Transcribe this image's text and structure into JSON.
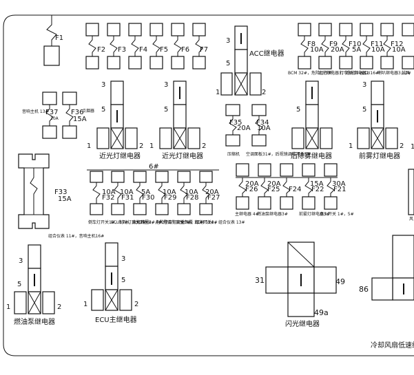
{
  "fuses": {
    "f1": "F1",
    "f2": "F2",
    "f3": "F3",
    "f4": "F4",
    "f5": "F5",
    "f6": "F6",
    "f7": "F7",
    "f8": "F8",
    "f8_amp": "10A",
    "f9": "F9",
    "f9_amp": "20A",
    "f10": "F10",
    "f10_amp": "5A",
    "f11": "F11",
    "f11_amp": "10A",
    "f12": "F12",
    "f12_amp": "10A",
    "f37": "F37",
    "f37_amp": "10A",
    "f36": "F36",
    "f36_amp": "15A",
    "f33": "F33",
    "f33_amp": "15A",
    "f35": "F35",
    "f35_amp": "20A",
    "f34": "F34",
    "f34_amp": "10A",
    "f32": "F32",
    "f32_amp": "10A",
    "f31": "F31",
    "f31_amp": "10A",
    "f30": "F30",
    "f30_amp": "5A",
    "f29": "F29",
    "f29_amp": "10A",
    "f28": "F28",
    "f28_amp": "10A",
    "f27": "F27",
    "f27_amp": "20A",
    "f26": "F26",
    "f26_amp": "20A",
    "f25": "F25",
    "f25_amp": "20A",
    "f24": "F24",
    "f22": "F22",
    "f22_amp": "15A",
    "f21": "F21",
    "f21_amp": "30A"
  },
  "relays": {
    "acc": "ACC继电器",
    "low_beam_1": "近光灯继电器",
    "low_beam_2": "近光灯继电器",
    "rear_defog": "后除雾继电器",
    "front_fog": "前雾灯继电器",
    "fuel_pump": "燃油泵继电器",
    "ecu_main": "ECU主继电器",
    "flasher": "闪光继电器",
    "cooling_fan": "冷却风扇低速继"
  },
  "pins": {
    "p1": "1",
    "p2": "2",
    "p3": "3",
    "p5": "5",
    "p31": "31",
    "p49": "49",
    "p49a": "49a",
    "p86": "86"
  },
  "notes": {
    "f37": "音响主机 13#",
    "f36": "点烟器",
    "f33": "组合仪表 11#，音响主机16#",
    "f8": "BCM 32#，危险灯开关",
    "f9": "远光继电器3，近光继电器2",
    "f10": "行李厢灯1#，",
    "f11": "ECU16#",
    "f12": "喇叭继电器3，2#",
    "f12_right": "鼓风",
    "f35": "压缩机",
    "f34": "空调面板31#，后视镜调节开关5#",
    "f32": "倒车灯开关1#，制动灯开关2#",
    "f31": "ECU17#，点火线圈2，4#",
    "f30": "大灯开关8#，大灯调节开关1#",
    "f29": "危险警告灯开关3#，灯光开关1#",
    "f28": "安全气囊 11#",
    "f27": "BCM 52#，组合仪表 13#",
    "f26": "主继电器 4#",
    "f25": "燃油泵继电器3#",
    "f22": "前雾灯继电器3#",
    "f21": "点火开关 1#，5#",
    "row_label": "6#",
    "edge_label": "风"
  }
}
